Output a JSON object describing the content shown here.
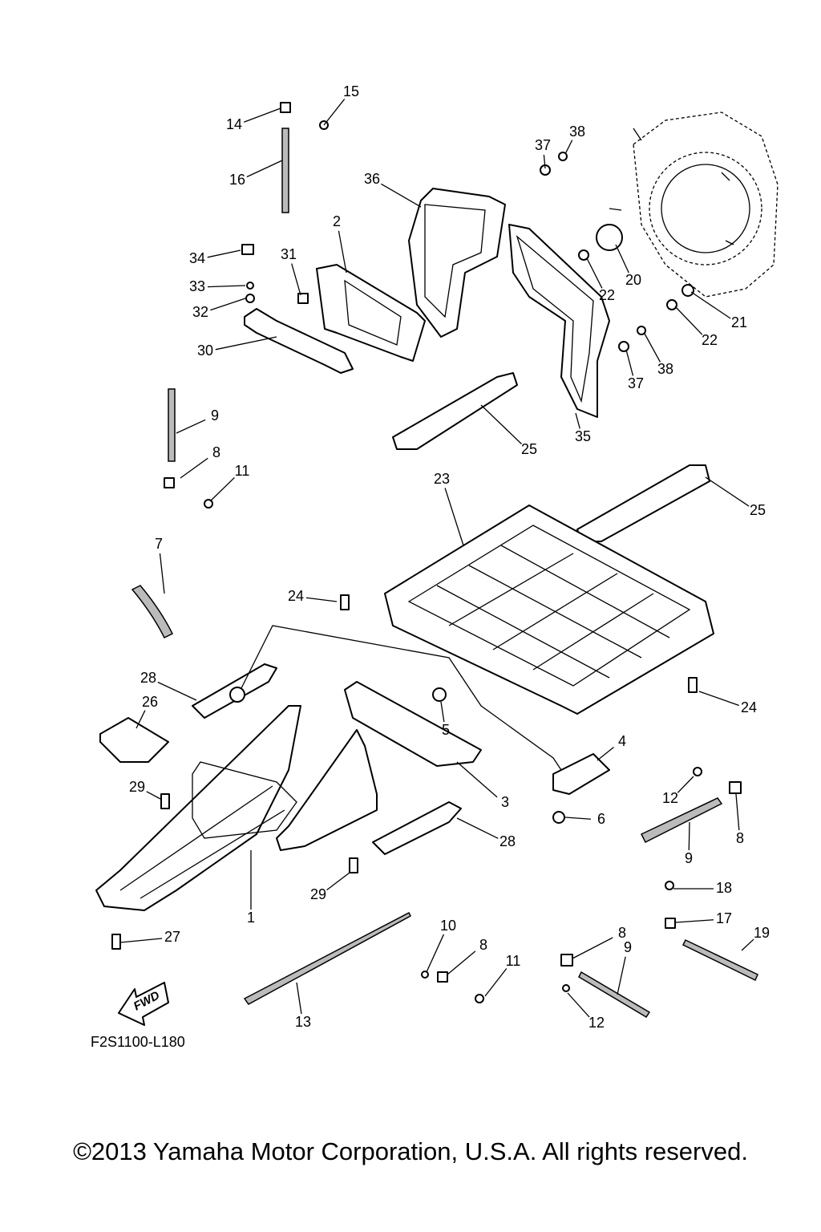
{
  "diagram": {
    "callouts": [
      "15",
      "14",
      "16",
      "37",
      "38",
      "36",
      "2",
      "34",
      "31",
      "33",
      "32",
      "30",
      "20",
      "22",
      "21",
      "22",
      "38",
      "37",
      "35",
      "9",
      "25",
      "8",
      "11",
      "23",
      "25",
      "7",
      "24",
      "24",
      "28",
      "26",
      "5",
      "4",
      "29",
      "3",
      "12",
      "6",
      "8",
      "28",
      "9",
      "29",
      "18",
      "1",
      "17",
      "19",
      "10",
      "8",
      "8",
      "9",
      "27",
      "11",
      "13",
      "12"
    ],
    "fwd_label": "FWD",
    "drawing_code": "F2S1100-L180"
  },
  "footer": {
    "copyright": "©2013 Yamaha Motor Corporation, U.S.A. All rights reserved."
  }
}
